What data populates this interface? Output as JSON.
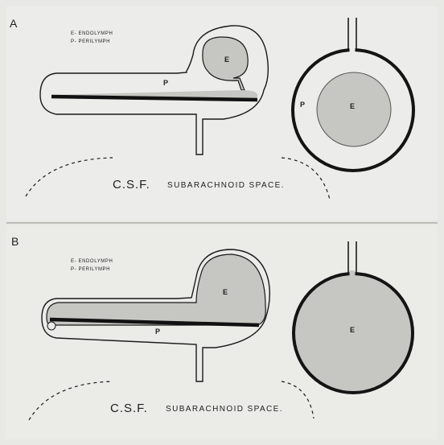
{
  "panels": [
    {
      "letter": "A",
      "legend": [
        "E- ENDOLYMPH",
        "P- PERILYMPH"
      ],
      "sac_label": "E",
      "space_label": "P",
      "cross_outer_label": "P",
      "cross_inner_label": "E",
      "csf_label": "C.S.F.",
      "subarachnoid_label": "SUBARACHNOID SPACE."
    },
    {
      "letter": "B",
      "legend": [
        "E- ENDOLYMPH",
        "P- PERILYMPH"
      ],
      "sac_label": "E",
      "space_label": "P",
      "cross_inner_label": "E",
      "csf_label": "C.S.F.",
      "subarachnoid_label": "SUBARACHNOID SPACE."
    }
  ],
  "colors": {
    "background": "#e8e8e5",
    "endolymph_fill": "#c6c6c2",
    "line": "#1a1a1a"
  }
}
